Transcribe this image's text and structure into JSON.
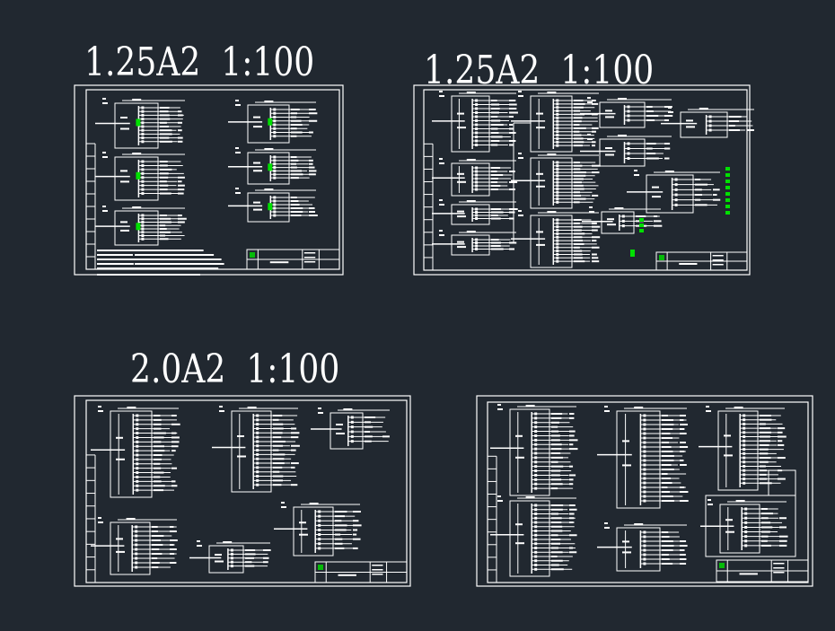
{
  "sheet_labels": [
    {
      "text": "1.25A2  1:100"
    },
    {
      "text": "1.25A2  1:100"
    },
    {
      "text": "2.0A2  1:100"
    }
  ],
  "colors": {
    "background": "#212830",
    "line": "#ffffff",
    "accent": "#00e000"
  }
}
